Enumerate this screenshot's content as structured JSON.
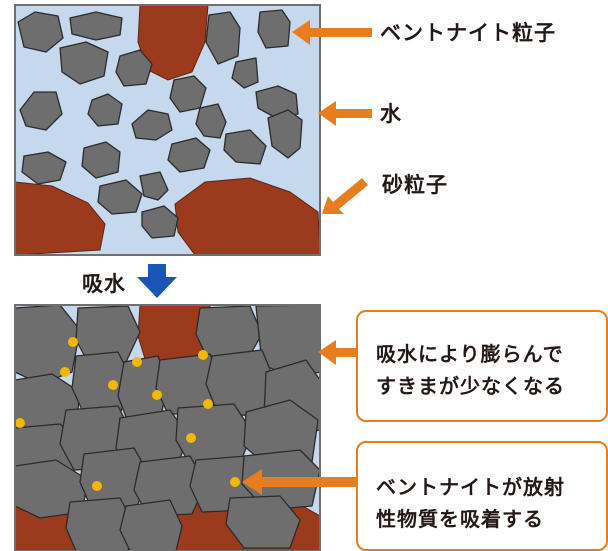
{
  "labels": {
    "bentonite": "ベントナイト粒子",
    "water": "水",
    "sand": "砂粒子",
    "absorption": "吸水"
  },
  "callouts": {
    "swelling": [
      "吸水により膨らんで",
      "すきまが少なくなる"
    ],
    "adsorption": [
      "ベントナイトが放射",
      "性物質を吸着する"
    ]
  },
  "colors": {
    "water": "#c5d8ee",
    "particle": "#6e6e6e",
    "particle_outline": "#2b2b2b",
    "sand": "#9b3b1c",
    "arrow_orange": "#e87d1e",
    "arrow_blue": "#1a56b8",
    "adsorbed_dot": "#f5b800"
  }
}
